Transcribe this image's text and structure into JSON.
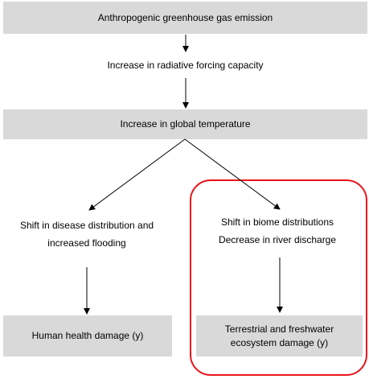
{
  "nodes": {
    "emission": "Anthropogenic greenhouse gas emission",
    "forcing": "Increase in radiative forcing capacity",
    "temperature": "Increase in global temperature",
    "disease": [
      "Shift in disease distribution and",
      "increased flooding"
    ],
    "biome": [
      "Shift in biome distributions",
      "Decrease in river discharge"
    ],
    "human_damage": "Human health damage (y)",
    "ecosystem_damage": [
      "Terrestrial and freshwater",
      "ecosystem damage (y)"
    ]
  },
  "colors": {
    "box_fill": "#d9d9d9",
    "arrow": "#000000",
    "highlight": "#e8141a"
  }
}
